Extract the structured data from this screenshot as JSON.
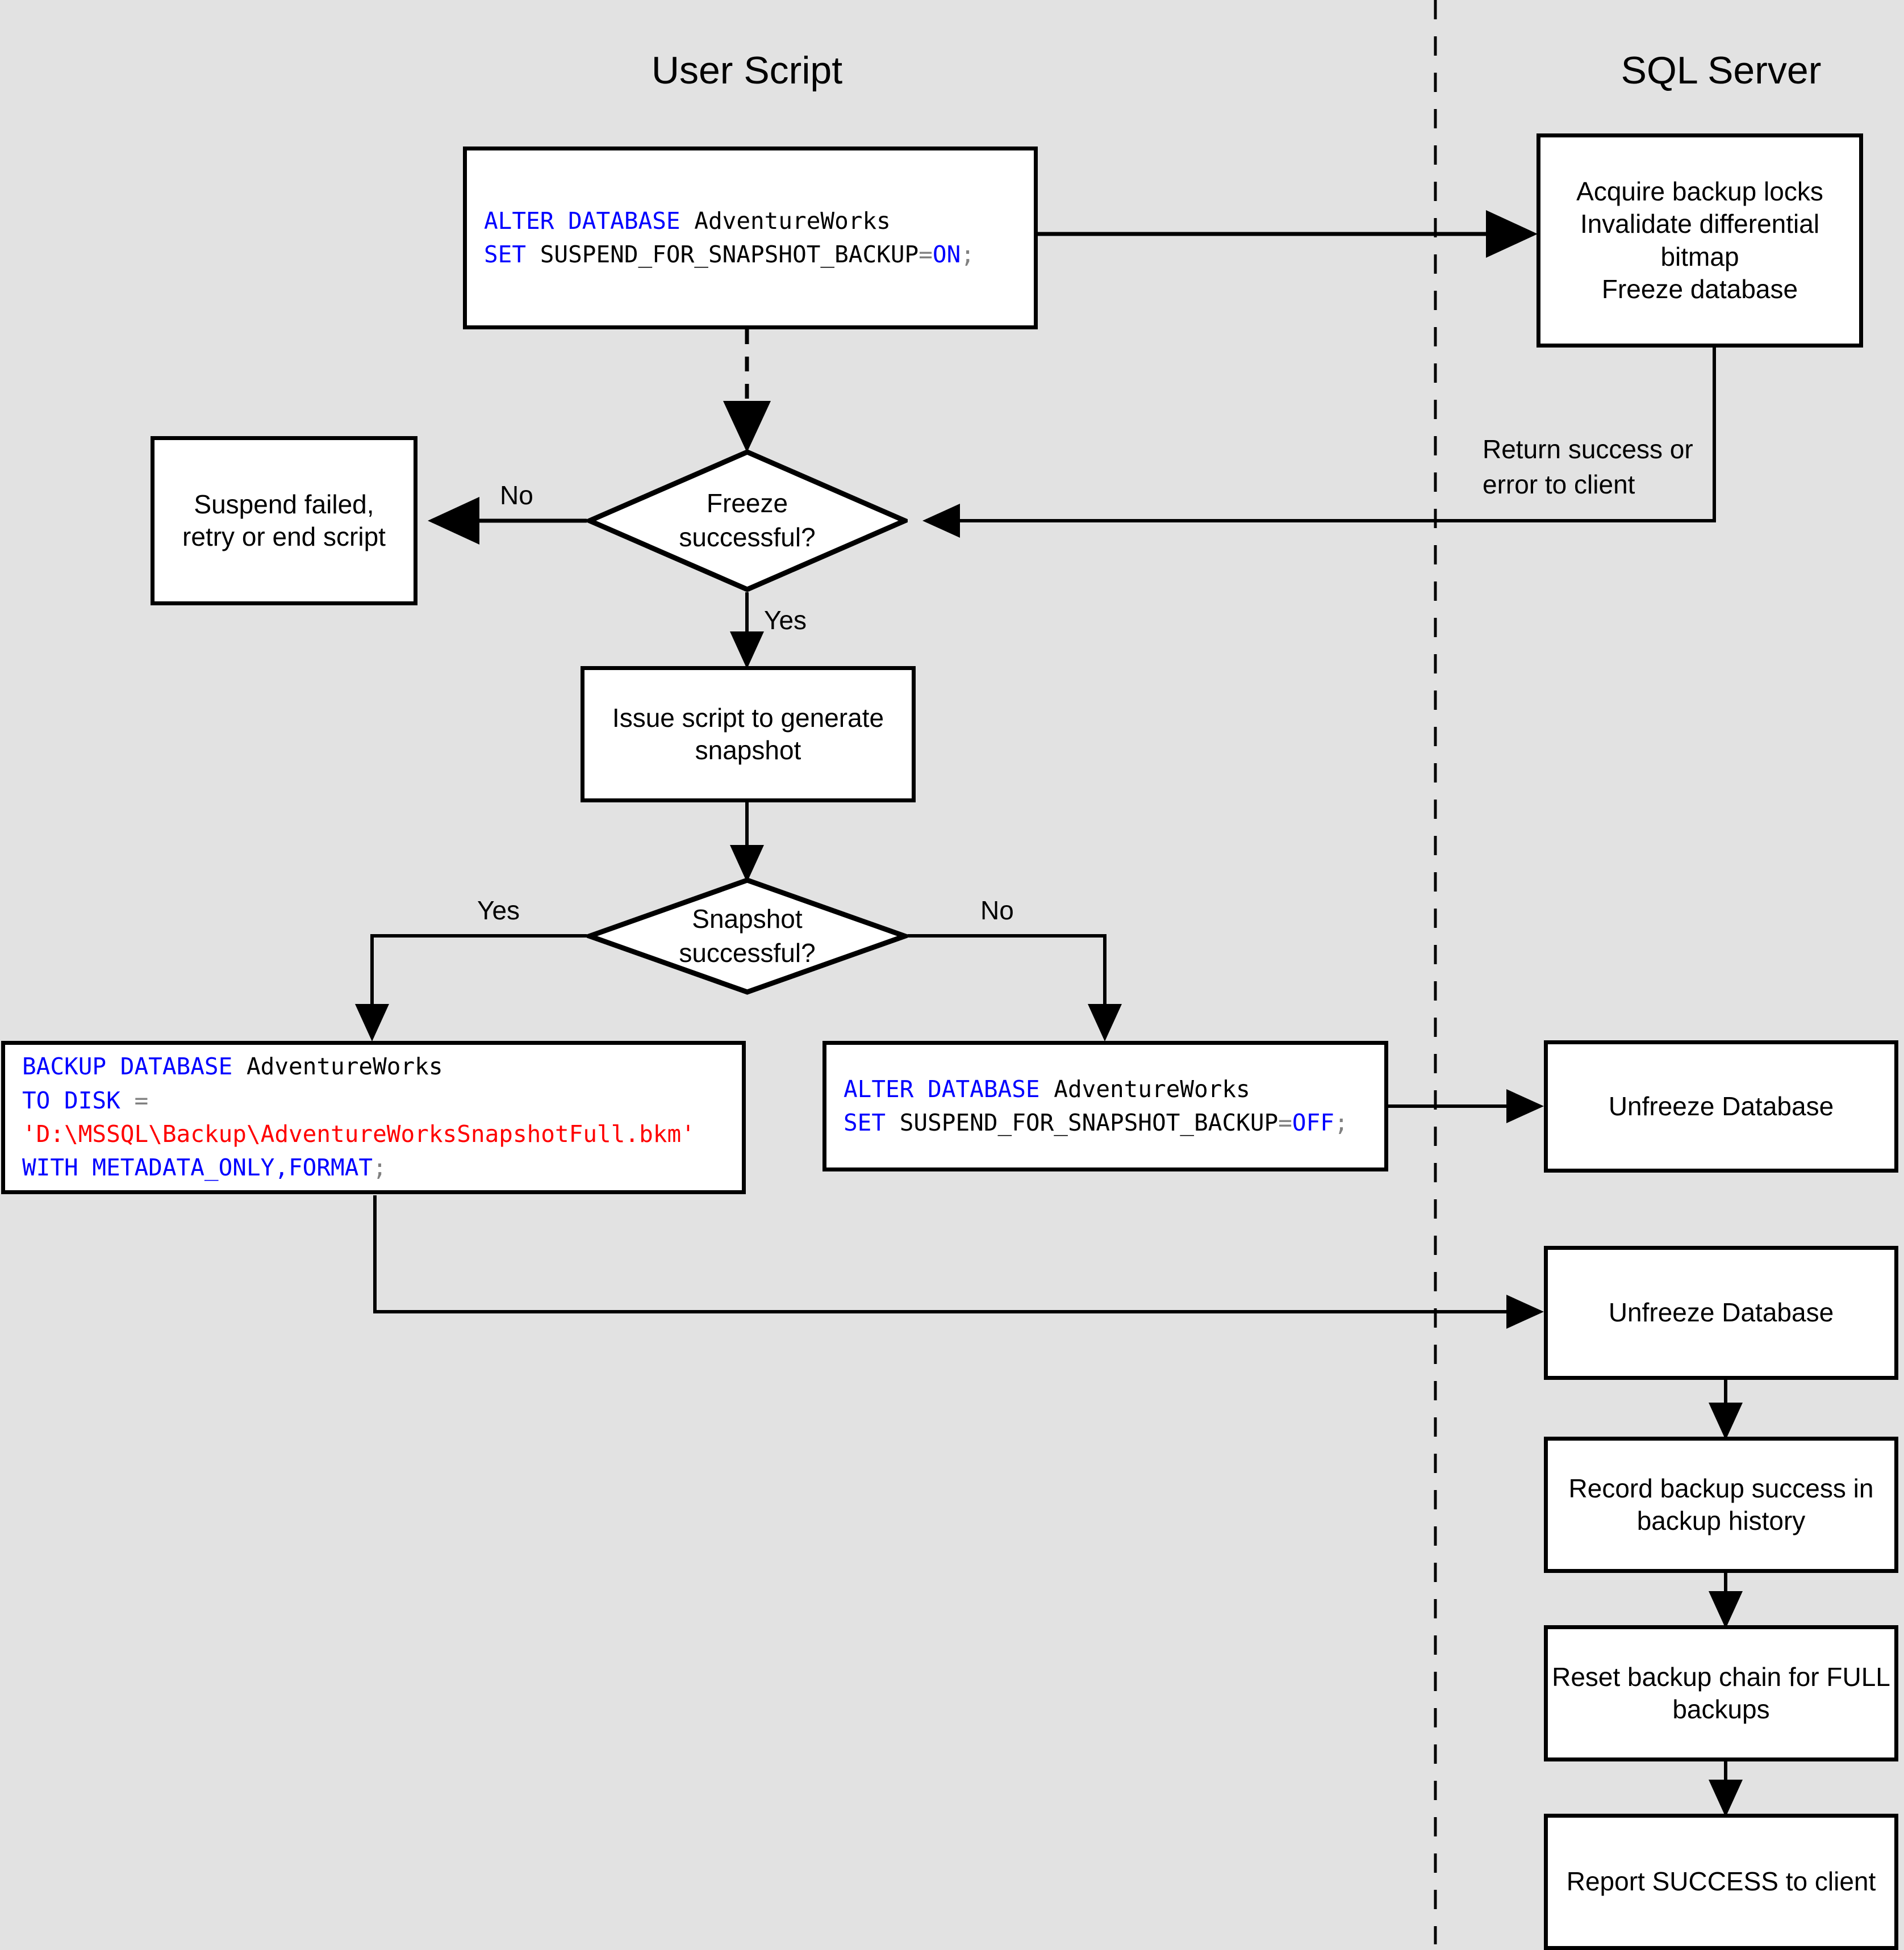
{
  "diagram": {
    "title_left": "User Script",
    "title_right": "SQL Server",
    "background_color": "#e2e2e2",
    "line_color": "#000000",
    "keyword_color": "#0000ff",
    "string_color": "#ff0000",
    "operator_color": "#808080"
  },
  "lanes": [
    {
      "name": "User Script",
      "label": "User Script"
    },
    {
      "name": "SQL Server",
      "label": "SQL Server"
    }
  ],
  "nodes": {
    "alter_on": {
      "type": "code",
      "lines": [
        [
          {
            "t": "ALTER DATABASE ",
            "c": "kw"
          },
          {
            "t": "AdventureWorks",
            "c": "pl"
          }
        ],
        [
          {
            "t": "SET ",
            "c": "kw"
          },
          {
            "t": "SUSPEND_FOR_SNAPSHOT_BACKUP",
            "c": "pl"
          },
          {
            "t": "=",
            "c": "op"
          },
          {
            "t": "ON",
            "c": "kw"
          },
          {
            "t": ";",
            "c": "op"
          }
        ]
      ],
      "plain": "ALTER DATABASE AdventureWorks SET SUSPEND_FOR_SNAPSHOT_BACKUP=ON;"
    },
    "acquire_locks": {
      "type": "process",
      "text": "Acquire backup locks\nInvalidate differential\nbitmap\nFreeze database"
    },
    "freeze_decision": {
      "type": "decision",
      "text": "Freeze\nsuccessful?"
    },
    "suspend_failed": {
      "type": "process",
      "text": "Suspend failed,\nretry or end script"
    },
    "issue_script": {
      "type": "process",
      "text": "Issue script to generate\nsnapshot"
    },
    "snapshot_decision": {
      "type": "decision",
      "text": "Snapshot\nsuccessful?"
    },
    "backup_database": {
      "type": "code",
      "lines": [
        [
          {
            "t": "BACKUP DATABASE ",
            "c": "kw"
          },
          {
            "t": "AdventureWorks",
            "c": "pl"
          }
        ],
        [
          {
            "t": "TO DISK ",
            "c": "kw"
          },
          {
            "t": "=",
            "c": "op"
          }
        ],
        [
          {
            "t": "'D:\\MSSQL\\Backup\\AdventureWorksSnapshotFull.bkm'",
            "c": "str"
          }
        ],
        [
          {
            "t": "WITH METADATA_ONLY,FORMAT",
            "c": "kw"
          },
          {
            "t": ";",
            "c": "op"
          }
        ]
      ],
      "plain": "BACKUP DATABASE AdventureWorks TO DISK = 'D:\\MSSQL\\Backup\\AdventureWorksSnapshotFull.bkm' WITH METADATA_ONLY,FORMAT;"
    },
    "alter_off": {
      "type": "code",
      "lines": [
        [
          {
            "t": "ALTER DATABASE ",
            "c": "kw"
          },
          {
            "t": "AdventureWorks",
            "c": "pl"
          }
        ],
        [
          {
            "t": "SET ",
            "c": "kw"
          },
          {
            "t": "SUSPEND_FOR_SNAPSHOT_BACKUP",
            "c": "pl"
          },
          {
            "t": "=",
            "c": "op"
          },
          {
            "t": "OFF",
            "c": "kw"
          },
          {
            "t": ";",
            "c": "op"
          }
        ]
      ],
      "plain": "ALTER DATABASE AdventureWorks SET SUSPEND_FOR_SNAPSHOT_BACKUP=OFF;"
    },
    "unfreeze_1": {
      "type": "process",
      "text": "Unfreeze Database"
    },
    "unfreeze_2": {
      "type": "process",
      "text": "Unfreeze Database"
    },
    "record_backup": {
      "type": "process",
      "text": "Record backup success in\nbackup history"
    },
    "reset_chain": {
      "type": "process",
      "text": "Reset backup chain for FULL\nbackups"
    },
    "report_success": {
      "type": "process",
      "text": "Report SUCCESS to client"
    }
  },
  "edge_labels": {
    "freeze_no": "No",
    "freeze_yes": "Yes",
    "snapshot_yes": "Yes",
    "snapshot_no": "No",
    "return_client": "Return success or\nerror to client"
  }
}
